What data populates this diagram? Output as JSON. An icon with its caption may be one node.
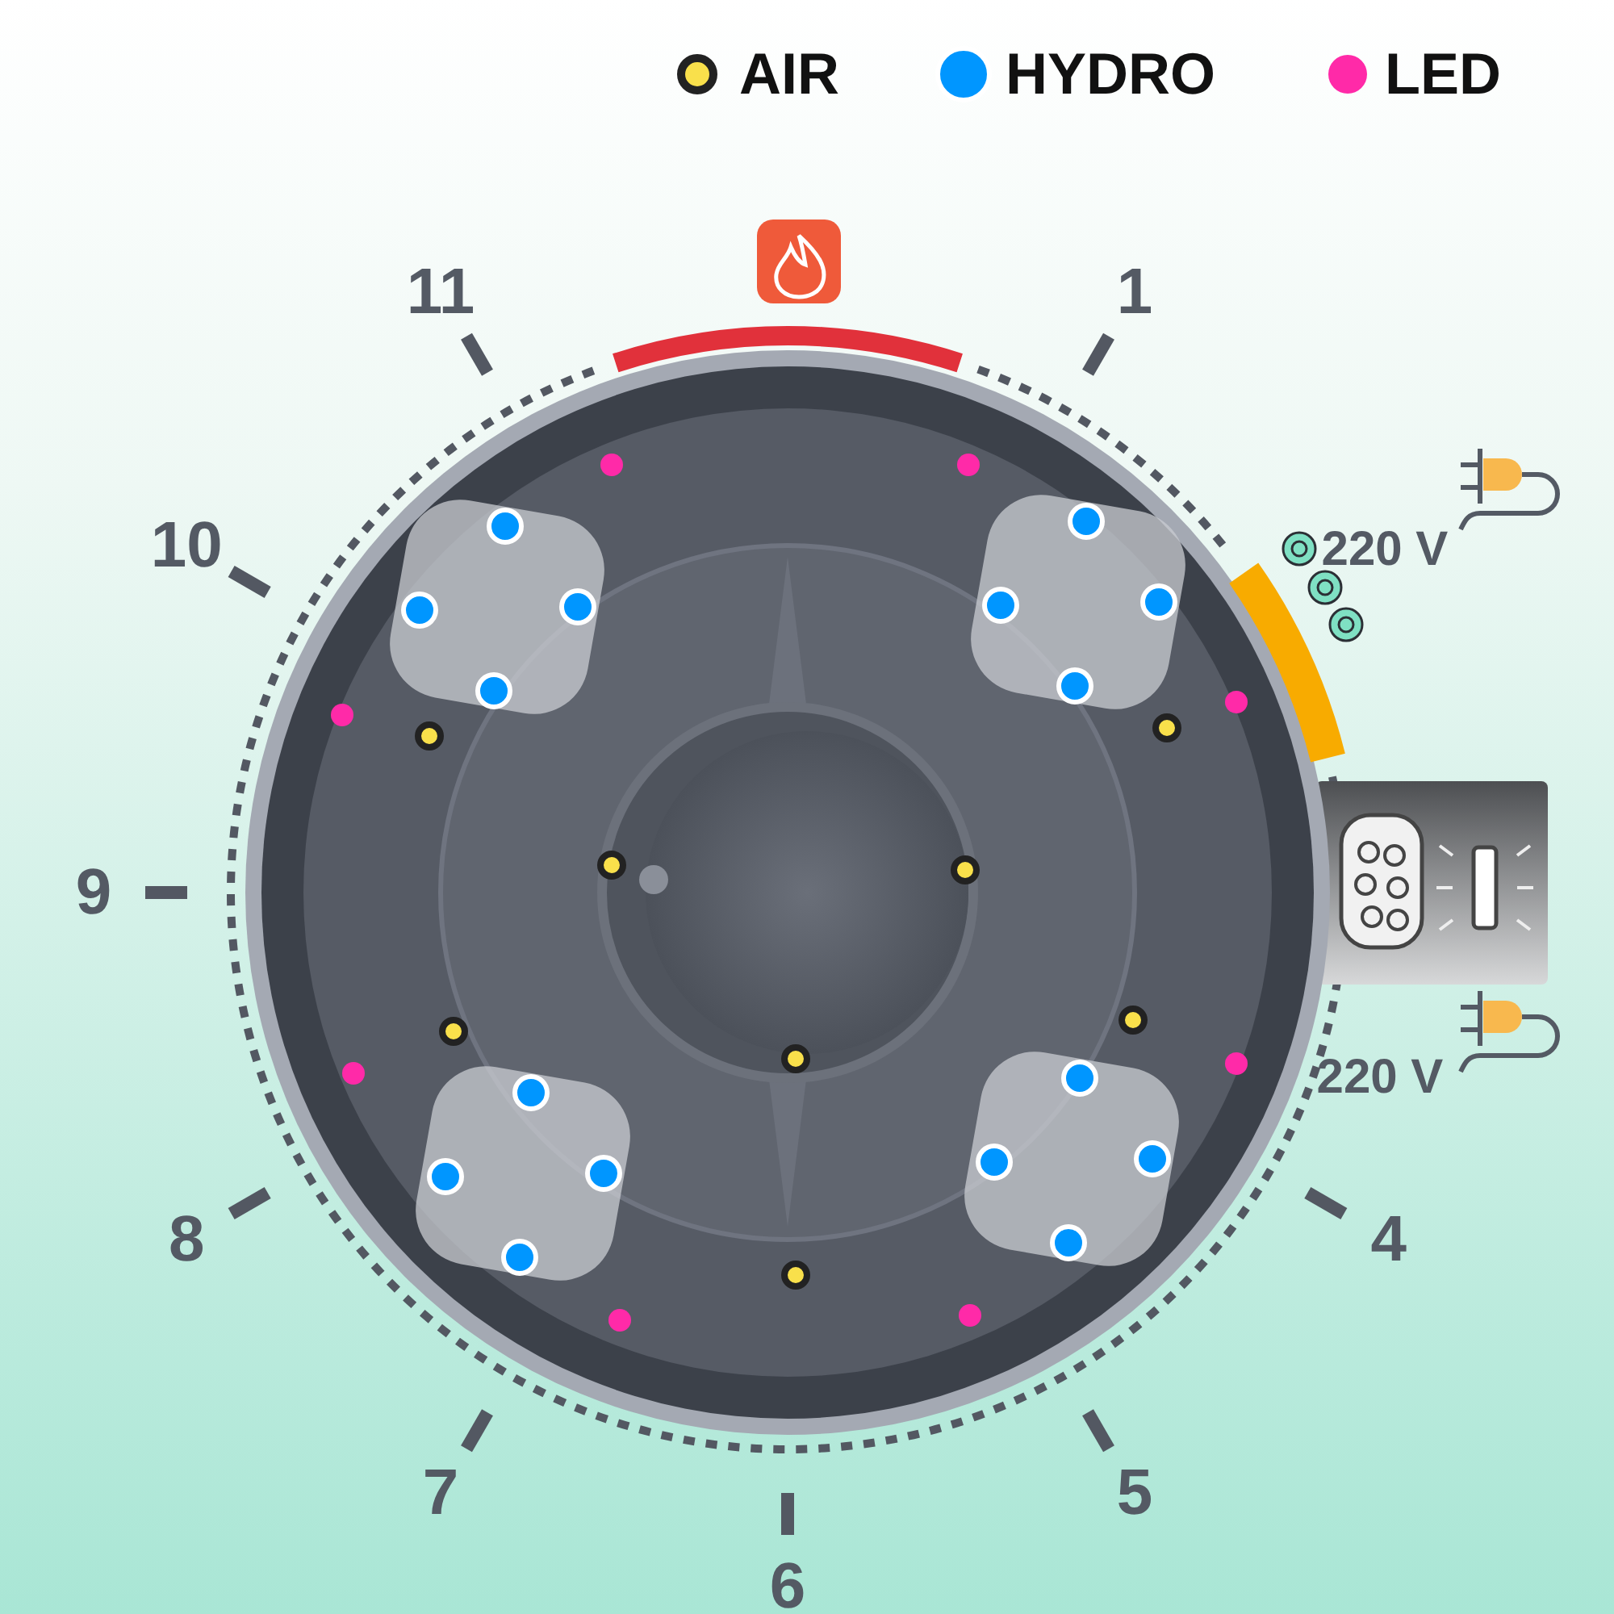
{
  "diagram": {
    "labels": [
      "11",
      "1",
      "220 V",
      "10",
      "9",
      "220 V",
      "8",
      "4",
      "7",
      "5",
      "6"
    ],
    "legend": [
      {
        "text": "AIR",
        "color": "#f9e04b"
      },
      {
        "text": "HYDRO",
        "color": "#0096ff"
      },
      {
        "text": "LED",
        "color": "#ff2aa8"
      }
    ]
  }
}
